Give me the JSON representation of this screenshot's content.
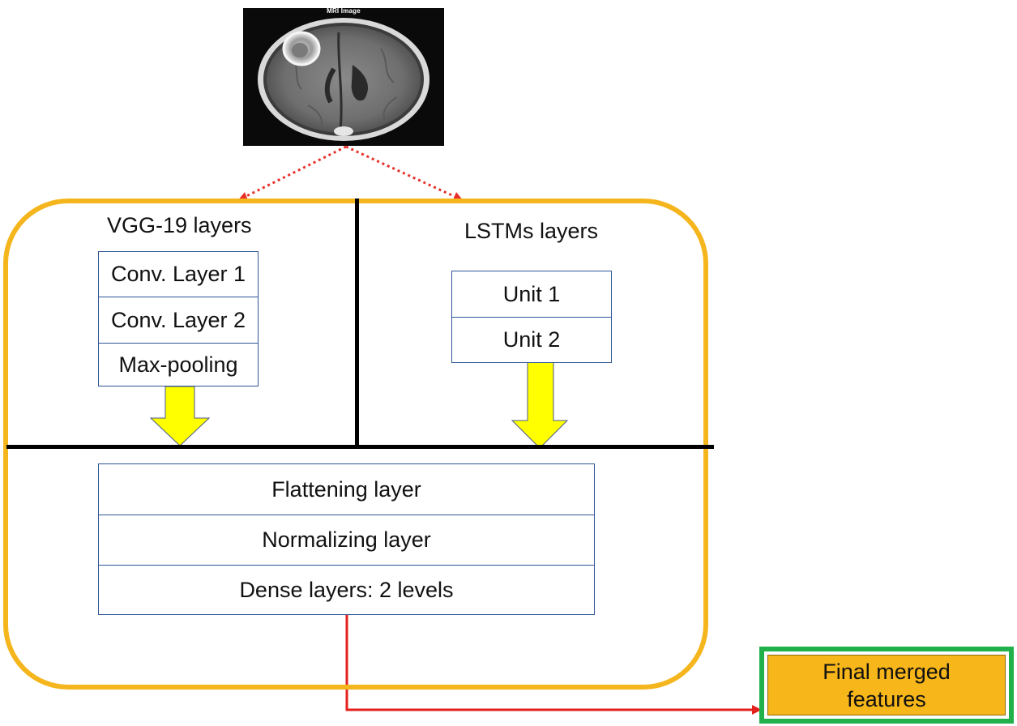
{
  "mri": {
    "title": "MRI Image"
  },
  "vgg": {
    "title": "VGG-19 layers",
    "layers": [
      "Conv. Layer 1",
      "Conv. Layer 2",
      "Max-pooling"
    ]
  },
  "lstm": {
    "title": "LSTMs layers",
    "units": [
      "Unit 1",
      "Unit 2"
    ]
  },
  "merge": {
    "layers": [
      "Flattening layer",
      "Normalizing layer",
      "Dense layers: 2 levels"
    ]
  },
  "output": {
    "line1": "Final merged",
    "line2": "features"
  },
  "colors": {
    "container_border": "#f5b51d",
    "block_arrow_fill": "#ffff00",
    "dotted_arrow": "#e8302a",
    "output_arrow": "#e3201b",
    "output_fill": "#f7b619",
    "output_border": "#21b14b",
    "layer_box_border": "#2f5597"
  }
}
